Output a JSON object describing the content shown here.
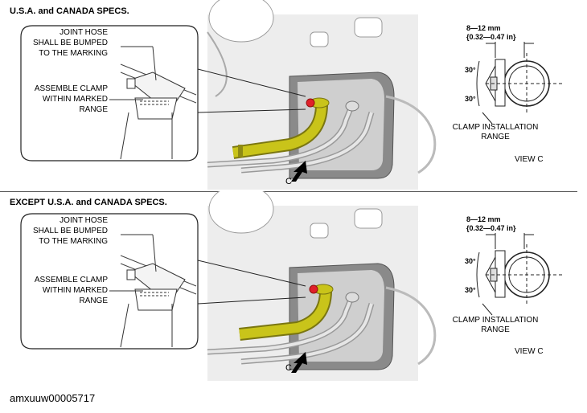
{
  "sections": [
    {
      "title": "U.S.A. and CANADA SPECS.",
      "labels": {
        "joint_hose": [
          "JOINT HOSE",
          "SHALL BE BUMPED",
          "TO THE MARKING"
        ],
        "assemble_clamp": [
          "ASSEMBLE CLAMP",
          "WITHIN MARKED",
          "RANGE"
        ],
        "arrow_letter": "C",
        "dim_mm": "8—12 mm",
        "dim_in": "{0.32—0.47 in}",
        "angle_upper": "30°",
        "angle_lower": "30°",
        "clamp_range": [
          "CLAMP INSTALLATION",
          "RANGE"
        ],
        "view": "VIEW C"
      }
    },
    {
      "title": "EXCEPT U.S.A. and CANADA SPECS.",
      "labels": {
        "joint_hose": [
          "JOINT HOSE",
          "SHALL BE BUMPED",
          "TO THE MARKING"
        ],
        "assemble_clamp": [
          "ASSEMBLE CLAMP",
          "WITHIN MARKED",
          "RANGE"
        ],
        "arrow_letter": "C",
        "dim_mm": "8—12 mm",
        "dim_in": "{0.32—0.47 in}",
        "angle_upper": "30°",
        "angle_lower": "30°",
        "clamp_range": [
          "CLAMP INSTALLATION",
          "RANGE"
        ],
        "view": "VIEW C"
      }
    }
  ],
  "footer_id": "amxuuw00005717",
  "colors": {
    "hose": "#c9c41a",
    "cap": "#e0202a",
    "panel": "#7e7e7e",
    "metal": "#d9d9d9"
  }
}
